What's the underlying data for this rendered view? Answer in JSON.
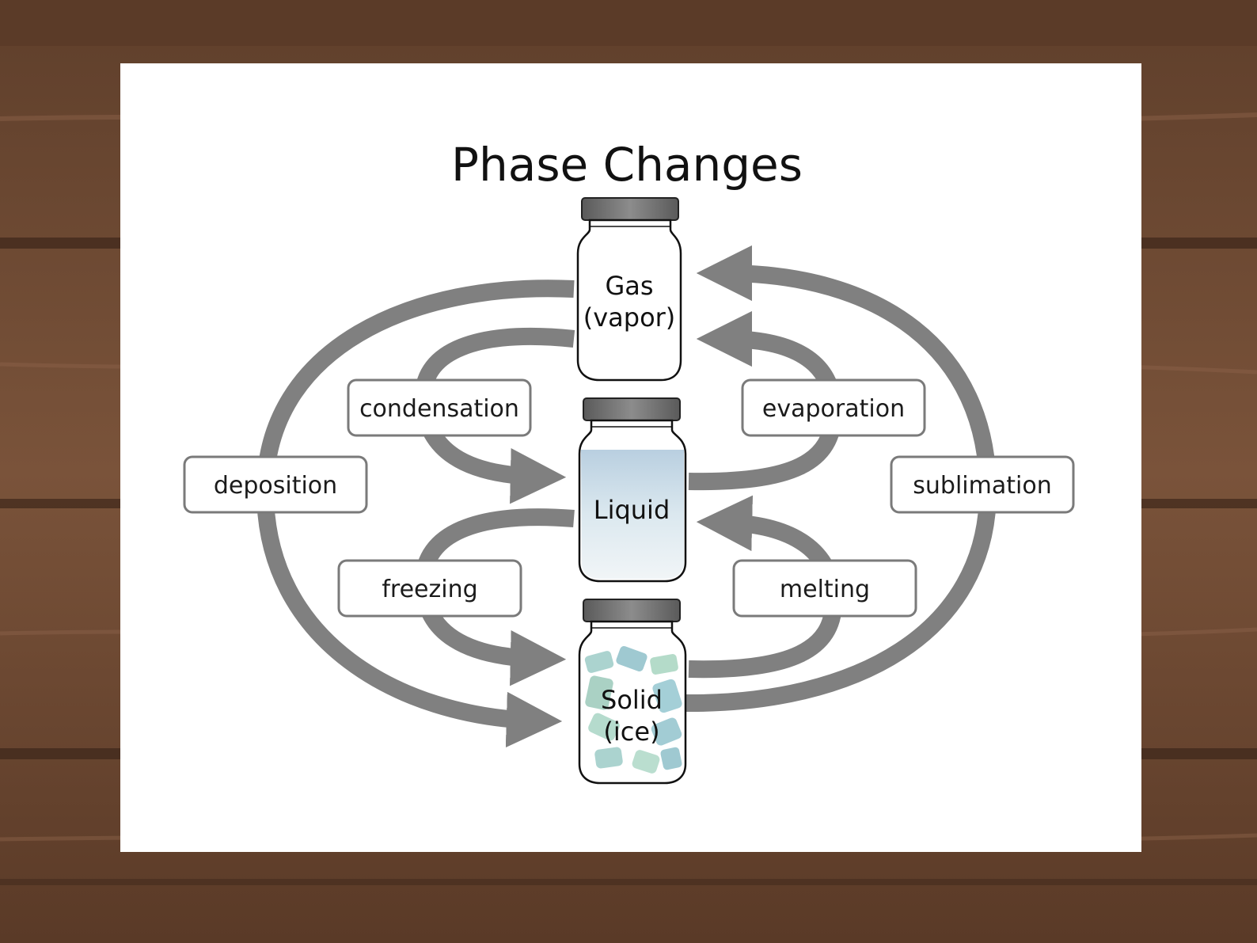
{
  "title": "Phase Changes",
  "colors": {
    "wood": "#6e4a33",
    "paper": "#ffffff",
    "arrow": "#808080",
    "label_border": "#7a7a7a",
    "jar_lid": "#6b6b6b",
    "liquid": "#cfe0ea",
    "ice": "#8fc5c0"
  },
  "states": {
    "gas": {
      "line1": "Gas",
      "line2": "(vapor)"
    },
    "liquid": {
      "line1": "Liquid"
    },
    "solid": {
      "line1": "Solid",
      "line2": "(ice)"
    }
  },
  "processes": {
    "condensation": "condensation",
    "evaporation": "evaporation",
    "deposition": "deposition",
    "sublimation": "sublimation",
    "freezing": "freezing",
    "melting": "melting"
  }
}
